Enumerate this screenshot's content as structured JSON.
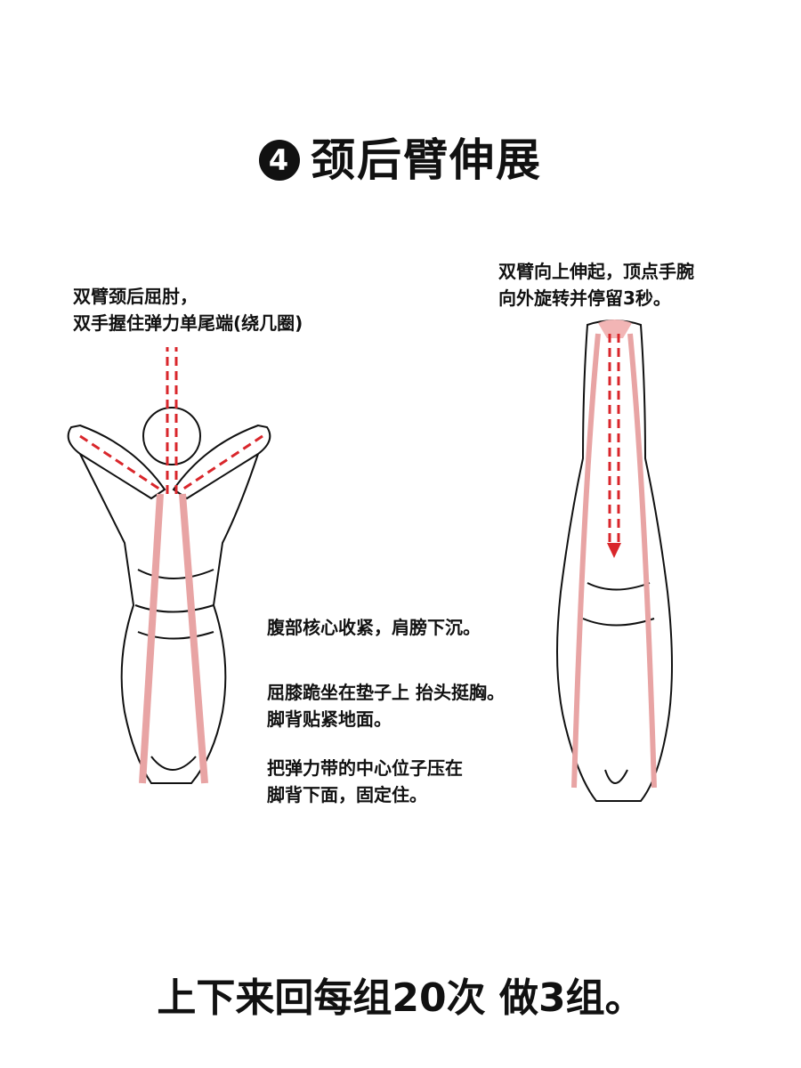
{
  "title": {
    "number": "4",
    "text": "颈后臂伸展"
  },
  "notes": {
    "left_top": [
      "双臂颈后屈肘，",
      "双手握住弹力单尾端(绕几圈)"
    ],
    "right_top": [
      "双臂向上伸起，顶点手腕",
      "向外旋转并停留3秒。"
    ],
    "middle": [
      [
        "腹部核心收紧，肩膀下沉。"
      ],
      [
        "屈膝跪坐在垫子上 抬头挺胸。",
        "脚背贴紧地面。"
      ],
      [
        "把弹力带的中心位子压在",
        "脚背下面，固定住。"
      ]
    ]
  },
  "footer": "上下来回每组20次 做3组。",
  "colors": {
    "band": "#e8a4a4",
    "arrow": "#d9262b",
    "ink": "#111111"
  }
}
